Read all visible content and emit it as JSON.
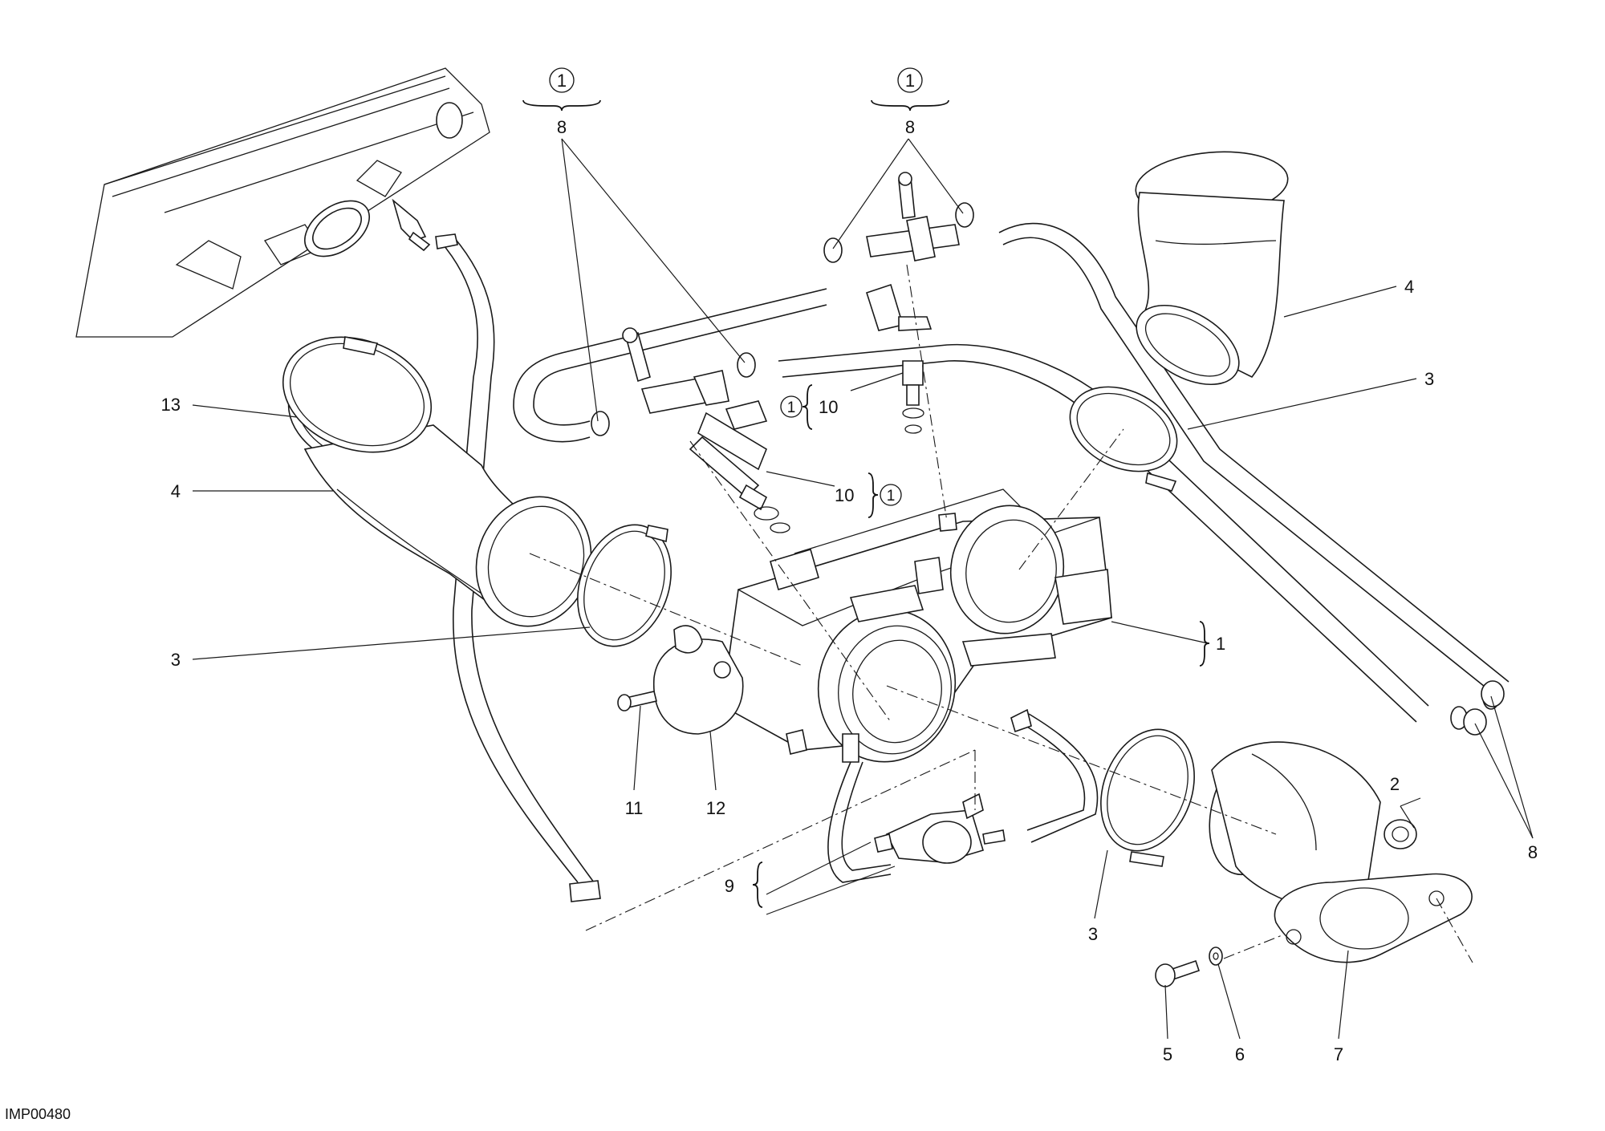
{
  "diagram": {
    "image_code": "IMP00480",
    "callouts": {
      "c1": "1",
      "c2": "2",
      "c3a": "3",
      "c3b": "3",
      "c3c": "3",
      "c4a": "4",
      "c4b": "4",
      "c5": "5",
      "c6": "6",
      "c7": "7",
      "c8a": "8",
      "c8b": "8",
      "c8c": "8",
      "c9": "9",
      "c10a": "10",
      "c10b": "10",
      "c11": "11",
      "c12": "12",
      "c13": "13"
    },
    "kit_marker": "1"
  }
}
